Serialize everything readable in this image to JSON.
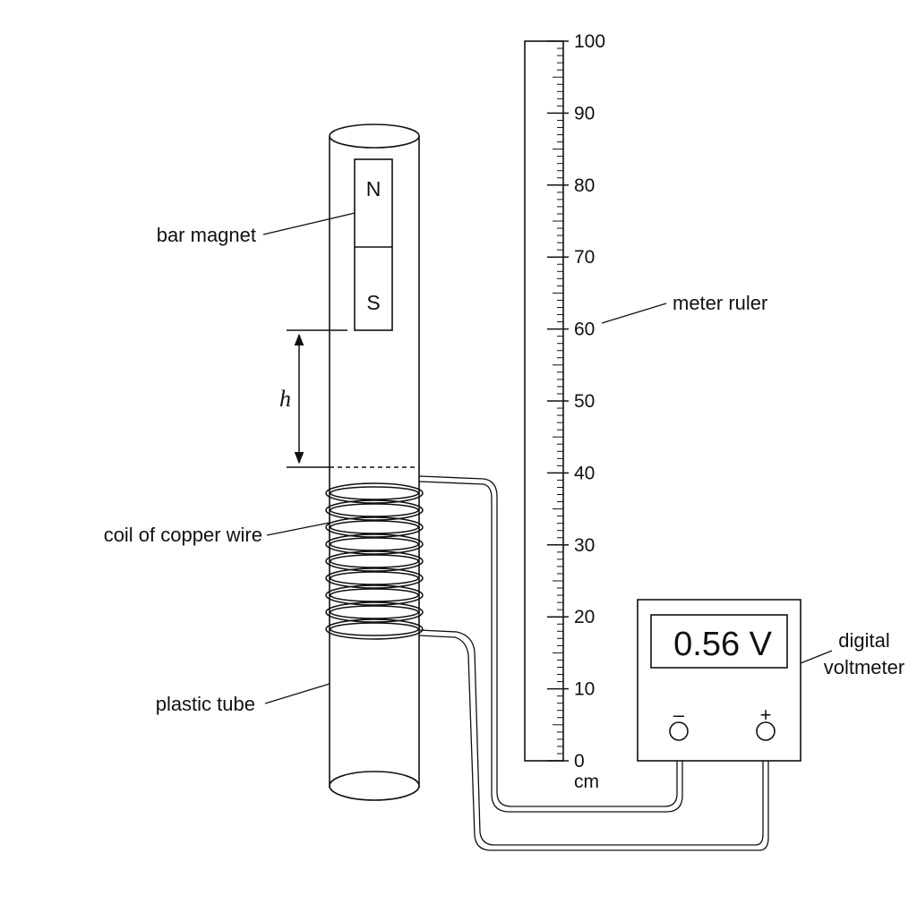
{
  "labels": {
    "bar_magnet": "bar magnet",
    "coil": "coil of copper wire",
    "tube": "plastic tube",
    "ruler": "meter ruler",
    "voltmeter_line1": "digital",
    "voltmeter_line2": "voltmeter",
    "height": "h"
  },
  "magnet": {
    "north": "N",
    "south": "S"
  },
  "ruler": {
    "min": 0,
    "max": 100,
    "unit": "cm",
    "major_ticks": [
      0,
      10,
      20,
      30,
      40,
      50,
      60,
      70,
      80,
      90,
      100
    ],
    "minor_step": 1
  },
  "voltmeter": {
    "reading": "0.56 V",
    "negative_terminal": "–",
    "positive_terminal": "+"
  },
  "colors": {
    "ink": "#111111",
    "background": "#ffffff"
  }
}
